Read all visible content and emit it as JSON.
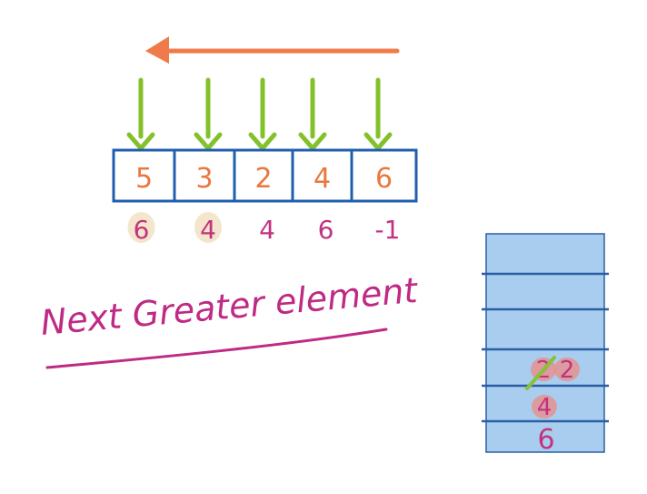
{
  "diagram": {
    "title": "Next Greater element",
    "array": {
      "values": [
        "5",
        "3",
        "2",
        "4",
        "6"
      ],
      "answers": [
        "6",
        "4",
        "4",
        "6",
        "-1"
      ],
      "highlighted_answers": [
        0,
        1
      ]
    },
    "stack": {
      "entries": [
        {
          "label": "2",
          "crossed": true
        },
        {
          "label": "2",
          "crossed": true
        },
        {
          "label": "4",
          "crossed": true
        },
        {
          "label": "6",
          "crossed": false
        }
      ]
    },
    "colors": {
      "arrow_orange": "#ef7b4a",
      "pointer_green": "#83c12a",
      "cell_border": "#1f5fae",
      "value_orange": "#e9773f",
      "answer_pink": "#c2337f",
      "title_magenta": "#bf2a84",
      "stack_fill": "#a9cdee",
      "stack_line": "#2a5ea3",
      "highlight": "#f3e2c8",
      "cross_green": "#86c23a",
      "scribble_red": "#ee8a84"
    },
    "icons": [
      "scan-direction-arrow",
      "pointer-arrow"
    ]
  }
}
